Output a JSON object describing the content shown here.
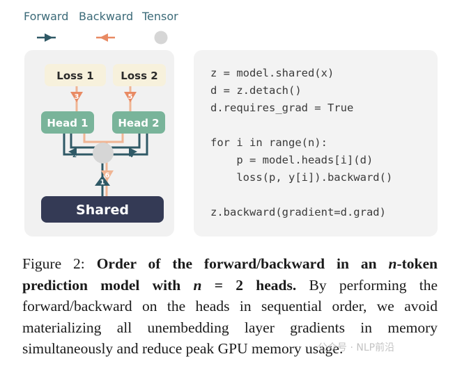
{
  "legend": {
    "forward_label": "Forward",
    "backward_label": "Backward",
    "tensor_label": "Tensor",
    "forward_color": "#2f5966",
    "backward_color": "#e88a63",
    "tensor_color": "#d6d6d6"
  },
  "diagram": {
    "loss1": "Loss 1",
    "loss2": "Loss 2",
    "head1": "Head 1",
    "head2": "Head 2",
    "shared": "Shared",
    "steps": [
      "1",
      "2",
      "3",
      "4",
      "5",
      "6"
    ],
    "loss_fill": "#f7f1dc",
    "head_fill": "#79b49a",
    "shared_fill": "#343a55"
  },
  "code": {
    "lines": [
      "z = model.shared(x)",
      "d = z.detach()",
      "d.requires_grad = True",
      "",
      "for i in range(n):",
      "    p = model.heads[i](d)",
      "    loss(p, y[i]).backward()",
      "",
      "z.backward(gradient=d.grad)"
    ]
  },
  "caption": {
    "fig_label": "Figure 2:",
    "bold_a": "Order of the forward/backward in an",
    "var_n": "n",
    "bold_b": "-token prediction model with",
    "eq": "n",
    "eq_rest": "= 2",
    "bold_c": "heads.",
    "body": "By performing the forward/backward on the heads in sequential order, we avoid materializing all unembedding layer gradients in memory simultaneously and reduce peak GPU memory usage."
  },
  "watermark": "公众号 · NLP前沿"
}
